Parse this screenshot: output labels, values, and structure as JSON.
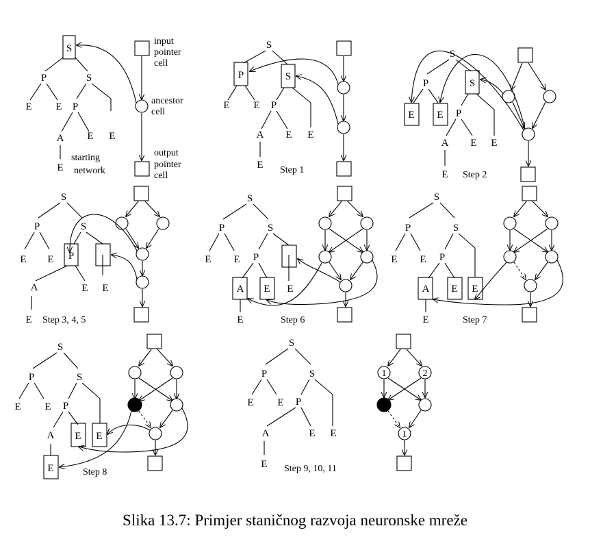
{
  "caption": "Slika 13.7: Primjer staničnog razvoja neuronske mreže",
  "symbols": {
    "S": "S",
    "P": "P",
    "E": "E",
    "A": "A"
  },
  "labels": {
    "input": [
      "input",
      "pointer",
      "cell"
    ],
    "ancestor": [
      "ancestor",
      "cell"
    ],
    "output": [
      "output",
      "pointer",
      "cell"
    ],
    "starting": [
      "starting",
      "network"
    ]
  },
  "steps": [
    "Step 1",
    "Step 2",
    "Step 3, 4, 5",
    "Step 6",
    "Step 7",
    "Step 8",
    "Step 9, 10, 11"
  ],
  "cell_numbers": [
    "1",
    "2",
    "1"
  ],
  "colors": {
    "ink": "#000000",
    "background": "#ffffff"
  }
}
